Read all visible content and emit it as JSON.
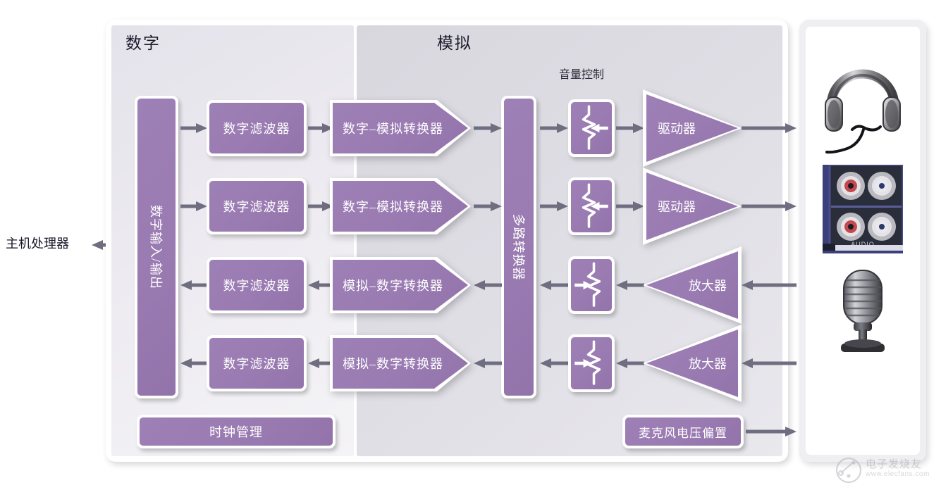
{
  "diagram": {
    "host_label": "主机处理器",
    "panels": {
      "digital_title": "数字",
      "analog_title": "模拟"
    },
    "volume_control_label": "音量控制",
    "digital_io": "数字输入/输出",
    "multiplexer": "多路转换器",
    "clock_management": "时钟管理",
    "mic_bias": "麦克风电压偏置",
    "rows": [
      {
        "id": "playback-1",
        "filter": "数字滤波器",
        "converter": "数字–模拟转换器",
        "amp": "驱动器",
        "direction": "out"
      },
      {
        "id": "playback-2",
        "filter": "数字滤波器",
        "converter": "数字–模拟转换器",
        "amp": "驱动器",
        "direction": "out"
      },
      {
        "id": "capture-1",
        "filter": "数字滤波器",
        "converter": "模拟–数字转换器",
        "amp": "放大器",
        "direction": "in"
      },
      {
        "id": "capture-2",
        "filter": "数字滤波器",
        "converter": "模拟–数字转换器",
        "amp": "放大器",
        "direction": "in"
      }
    ],
    "devices": [
      {
        "name": "headphones",
        "label": "headphones-image"
      },
      {
        "name": "rca-audio-jacks",
        "label": "rca-audio-jacks-image"
      },
      {
        "name": "microphone",
        "label": "microphone-image"
      }
    ],
    "watermark": {
      "text": "电子发烧友",
      "url": "www.elecfans.com"
    },
    "colors": {
      "block_purple": "#9a7bb2",
      "arrow_gray": "#6e6e80",
      "digital_panel": "#edebf1",
      "analog_panel": "#dedde4",
      "text_light": "#ffffff",
      "text_dark": "#1a1a2a"
    }
  }
}
